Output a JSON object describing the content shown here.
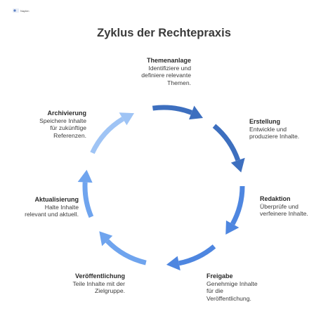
{
  "logo": {
    "text": "Napkin"
  },
  "title": "Zyklus der Rechtepraxis",
  "steps": [
    {
      "name": "Themenanlage",
      "desc": "Identifiziere und\ndefiniere relevante\nThemen."
    },
    {
      "name": "Erstellung",
      "desc": "Entwickle und\nproduziere Inhalte."
    },
    {
      "name": "Redaktion",
      "desc": "Überprüfe und\nverfeinere Inhalte."
    },
    {
      "name": "Freigabe",
      "desc": "Genehmige Inhalte\nfür die\nVeröffentlichung."
    },
    {
      "name": "Veröffentlichung",
      "desc": "Teile Inhalte mit der\nZielgruppe."
    },
    {
      "name": "Aktualisierung",
      "desc": "Halte Inhalte\nrelevant und aktuell."
    },
    {
      "name": "Archivierung",
      "desc": "Speichere Inhalte\nfür zukünftige\nReferenzen."
    }
  ],
  "colors": {
    "arc_dark": "#3d6fbf",
    "arc_mid": "#4e86e0",
    "arc_light": "#6fa4ee",
    "arc_lightest": "#9fc4f5"
  }
}
